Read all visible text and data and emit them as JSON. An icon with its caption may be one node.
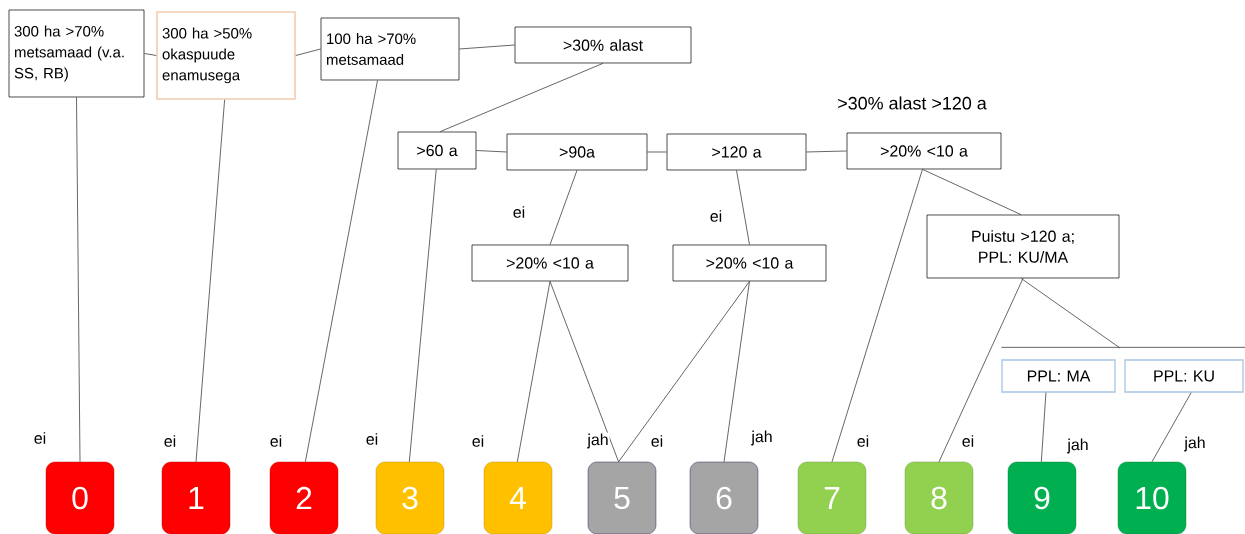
{
  "diagram": {
    "nodes": [
      {
        "text": [
          "300 ha >70% metsamaad (v.a. SS, RB)"
        ]
      },
      {
        "text": [
          "300 ha >50% okaspuude enamusega"
        ]
      },
      {
        "text": [
          "100 ha >70% metsamaad"
        ]
      },
      {
        "text": [
          ">30% alast"
        ]
      },
      {
        "text": [
          ">60 a"
        ]
      },
      {
        "text": [
          ">90a"
        ]
      },
      {
        "text": [
          ">120 a"
        ]
      },
      {
        "text": [
          ">20% <10 a"
        ],
        "beside": [
          ">30% alast >120 a"
        ]
      },
      {
        "text": [
          ">20% <10 a"
        ]
      },
      {
        "text": [
          ">20% <10 a"
        ]
      },
      {
        "text": [
          "Puistu >120 a; PPL: KU/MA"
        ]
      },
      {
        "text": [
          "PPL: MA"
        ]
      },
      {
        "text": [
          "PPL: KU"
        ]
      },
      {
        "text": [
          "0"
        ]
      },
      {
        "text": [
          "1"
        ]
      },
      {
        "text": [
          "2"
        ]
      },
      {
        "text": [
          "3"
        ]
      },
      {
        "text": [
          "4"
        ]
      },
      {
        "text": [
          "5"
        ]
      },
      {
        "text": [
          "6"
        ]
      },
      {
        "text": [
          "7"
        ]
      },
      {
        "text": [
          "8"
        ]
      },
      {
        "text": [
          "9"
        ]
      },
      {
        "text": [
          "10"
        ]
      }
    ],
    "edges": [
      {
        "from": 0,
        "to": 1,
        "arrow": "none"
      },
      {
        "from": 1,
        "to": 2,
        "arrow": "none"
      },
      {
        "from": 2,
        "to": 3,
        "arrow": "none"
      },
      {
        "from": 3,
        "to": 4,
        "arrow": "none"
      },
      {
        "from": 4,
        "to": 5,
        "arrow": "none"
      },
      {
        "from": 5,
        "to": 6,
        "arrow": "none"
      },
      {
        "from": 6,
        "to": 7,
        "arrow": "none"
      },
      {
        "from": 0,
        "to": 13,
        "arrow": "none",
        "label": "ei"
      },
      {
        "from": 1,
        "to": 14,
        "arrow": "none",
        "label": "ei"
      },
      {
        "from": 2,
        "to": 15,
        "arrow": "none",
        "label": "ei"
      },
      {
        "from": 4,
        "to": 16,
        "arrow": "none",
        "label": "ei"
      },
      {
        "from": 5,
        "to": 8,
        "arrow": "none",
        "label": "ei"
      },
      {
        "from": 8,
        "to": 17,
        "arrow": "none",
        "label": "ei"
      },
      {
        "from": 8,
        "to": 18,
        "arrow": "none",
        "label": "jah"
      },
      {
        "from": 6,
        "to": 9,
        "arrow": "none",
        "label": "ei"
      },
      {
        "from": 9,
        "to": 18,
        "arrow": "none",
        "label": "ei"
      },
      {
        "from": 9,
        "to": 19,
        "arrow": "none",
        "label": "jah"
      },
      {
        "from": 7,
        "to": 20,
        "arrow": "none",
        "label": "ei"
      },
      {
        "from": 7,
        "to": 10,
        "arrow": "none"
      },
      {
        "from": 10,
        "to": 21,
        "arrow": "none",
        "label": "ei"
      },
      {
        "from": 10,
        "to": 11,
        "arrow": "none"
      },
      {
        "from": 10,
        "to": 12,
        "arrow": "none"
      },
      {
        "from": 11,
        "to": 22,
        "arrow": "none",
        "label": "jah"
      },
      {
        "from": 12,
        "to": 23,
        "arrow": "none",
        "label": "jah"
      }
    ]
  }
}
